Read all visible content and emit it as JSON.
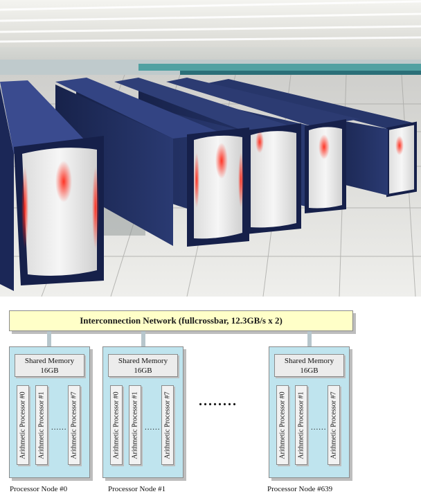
{
  "photo": {},
  "diagram": {
    "network_label": "Interconnection Network (fullcrossbar,  12.3GB/s x 2)",
    "ellipsis": "........",
    "nodes": [
      {
        "shared_memory_line1": "Shared Memory",
        "shared_memory_line2": "16GB",
        "processors": [
          "Arithmetic Processor #0",
          "Arithmetic Processor #1",
          "Arithmetic Processor #7"
        ],
        "dots": "......",
        "label": "Processor Node  #0"
      },
      {
        "shared_memory_line1": "Shared Memory",
        "shared_memory_line2": "16GB",
        "processors": [
          "Arithmetic Processor #0",
          "Arithmetic Processor #1",
          "Arithmetic Processor #7"
        ],
        "dots": "......",
        "label": "Processor Node  #1"
      },
      {
        "shared_memory_line1": "Shared Memory",
        "shared_memory_line2": "16GB",
        "processors": [
          "Arithmetic Processor #0",
          "Arithmetic Processor #1",
          "Arithmetic Processor #7"
        ],
        "dots": "......",
        "label": "Processor Node #639"
      }
    ]
  }
}
